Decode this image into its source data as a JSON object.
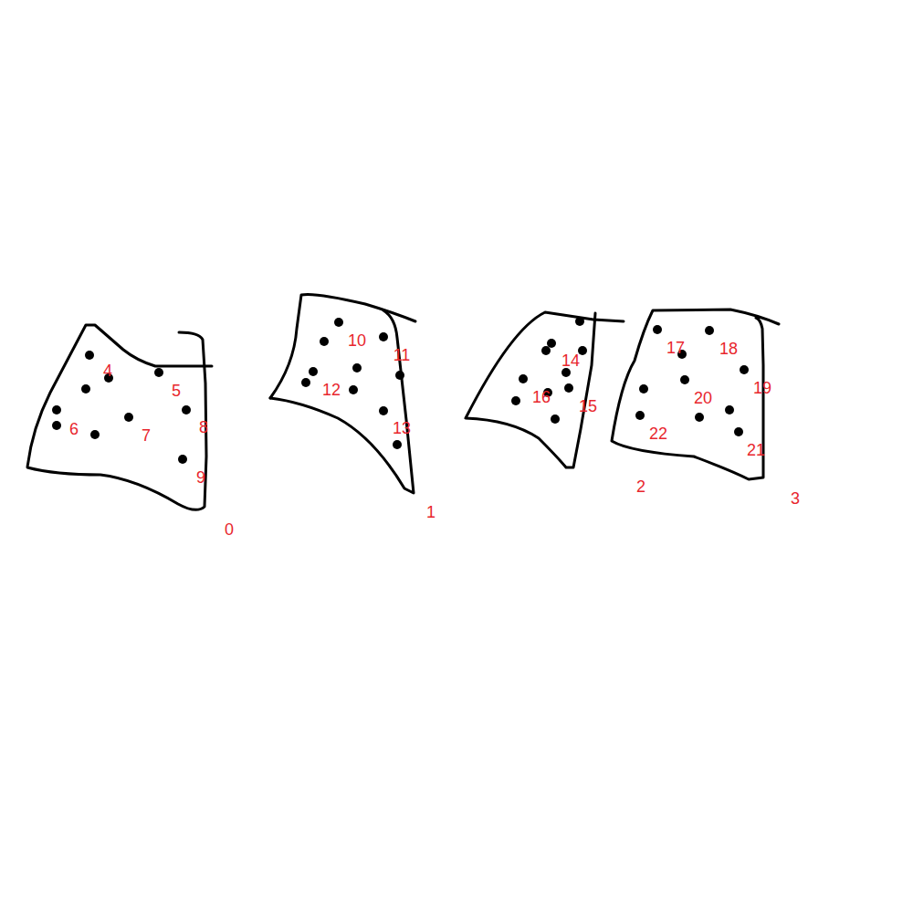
{
  "diagram": {
    "labels": [
      "4",
      "5",
      "6",
      "7",
      "8",
      "9",
      "0",
      "10",
      "11",
      "12",
      "13",
      "1",
      "14",
      "15",
      "16",
      "2",
      "17",
      "18",
      "19",
      "20",
      "21",
      "22",
      "3"
    ]
  }
}
